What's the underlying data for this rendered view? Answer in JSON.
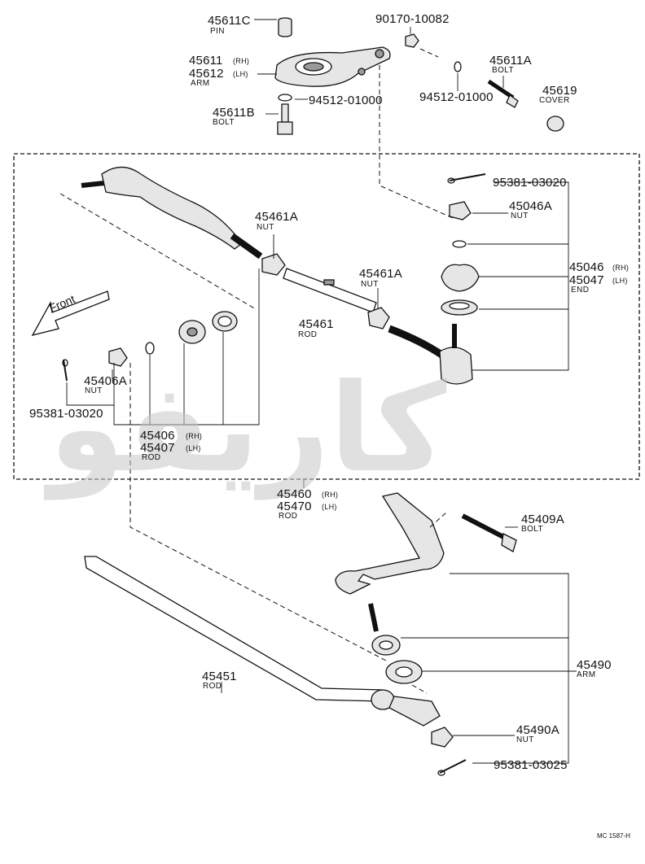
{
  "labels": {
    "p45611c": "45611C",
    "p45611c_sub": "PIN",
    "p90170": "90170-10082",
    "p45611": "45611",
    "p45611_tag": "(RH)",
    "p45612": "45612",
    "p45612_tag": "(LH)",
    "p45612_sub": "ARM",
    "p94512a": "94512-01000",
    "p94512b": "94512-01000",
    "p45611a": "45611A",
    "p45611a_sub": "BOLT",
    "p45619": "45619",
    "p45619_sub": "COVER",
    "p45611b": "45611B",
    "p45611b_sub": "BOLT",
    "p95381_03020_top": "95381-03020",
    "p45046a": "45046A",
    "p45046a_sub": "NUT",
    "p45461a_1": "45461A",
    "p45461a_1_sub": "NUT",
    "p45046": "45046",
    "p45046_tag": "(RH)",
    "p45047": "45047",
    "p45047_tag": "(LH)",
    "p45047_sub": "END",
    "p45461a_2": "45461A",
    "p45461a_2_sub": "NUT",
    "p45461": "45461",
    "p45461_sub": "ROD",
    "front": "Front",
    "p45406a": "45406A",
    "p45406a_sub": "NUT",
    "p95381_03020_left": "95381-03020",
    "p45406": "45406",
    "p45406_tag": "(RH)",
    "p45407": "45407",
    "p45407_tag": "(LH)",
    "p45407_sub": "ROD",
    "p45460": "45460",
    "p45460_tag": "(RH)",
    "p45470": "45470",
    "p45470_tag": "(LH)",
    "p45470_sub": "ROD",
    "p45409a": "45409A",
    "p45409a_sub": "BOLT",
    "p45451": "45451",
    "p45451_sub": "ROD",
    "p45490": "45490",
    "p45490_sub": "ARM",
    "p45490a": "45490A",
    "p45490a_sub": "NUT",
    "p95381_03025": "95381-03025",
    "figure_code": "MC 1587-H"
  },
  "watermark": "ﻛﺎﺭﻳﻔﻮ",
  "colors": {
    "line": "#111111",
    "part_fill": "#e6e6e6",
    "part_dark": "#9a9a9a",
    "watermark": "#c8c8c8"
  }
}
